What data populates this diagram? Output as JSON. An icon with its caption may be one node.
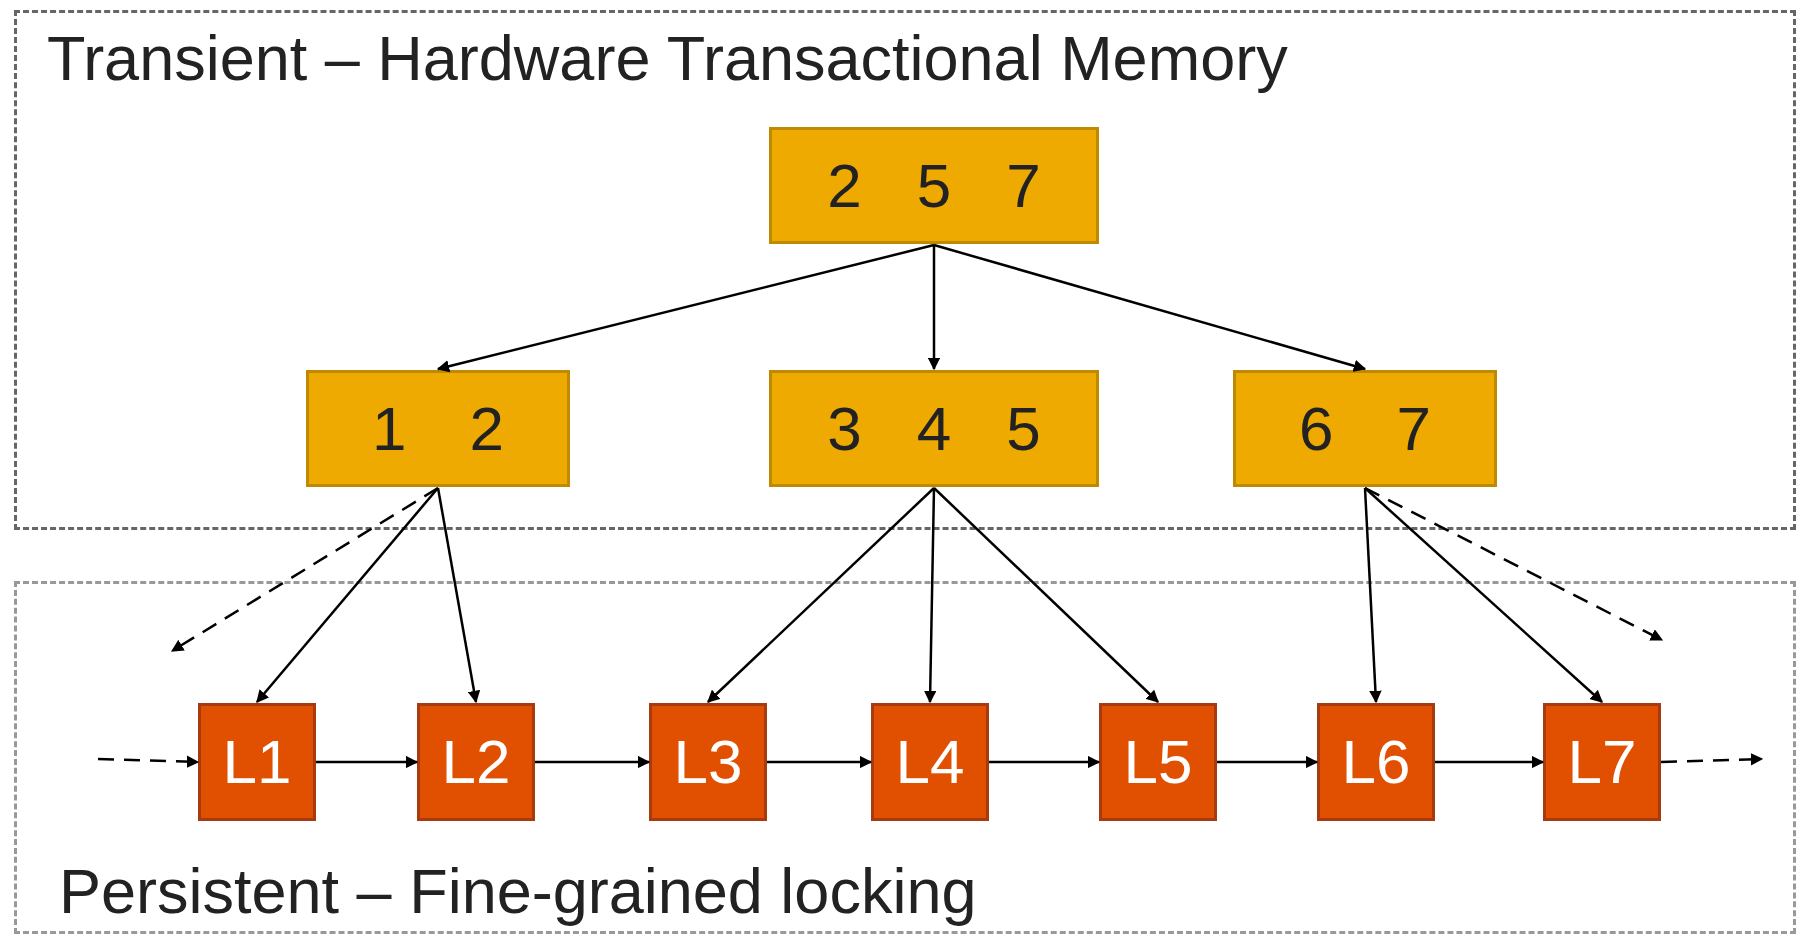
{
  "diagram": {
    "nodes": [
      {
        "text": [
          "Transient – Hardware Transactional Memory"
        ]
      },
      {
        "text": [
          "2",
          "5",
          "7"
        ],
        "in": 0
      },
      {
        "text": [
          "1",
          "2"
        ],
        "in": 0
      },
      {
        "text": [
          "3",
          "4",
          "5"
        ],
        "in": 0
      },
      {
        "text": [
          "6",
          "7"
        ],
        "in": 0
      },
      {
        "text": [
          "Persistent – Fine-grained locking"
        ]
      },
      {
        "text": [
          "L1"
        ],
        "in": 5
      },
      {
        "text": [
          "L2"
        ],
        "in": 5
      },
      {
        "text": [
          "L3"
        ],
        "in": 5
      },
      {
        "text": [
          "L4"
        ],
        "in": 5
      },
      {
        "text": [
          "L5"
        ],
        "in": 5
      },
      {
        "text": [
          "L6"
        ],
        "in": 5
      },
      {
        "text": [
          "L7"
        ],
        "in": 5
      }
    ],
    "edges": [
      {
        "from": 1,
        "to": 2,
        "arrow": "to"
      },
      {
        "from": 1,
        "to": 3,
        "arrow": "to"
      },
      {
        "from": 1,
        "to": 4,
        "arrow": "to"
      },
      {
        "from": 2,
        "to": null,
        "arrow": "to",
        "style": "dashed"
      },
      {
        "from": 2,
        "to": 6,
        "arrow": "to"
      },
      {
        "from": 2,
        "to": 7,
        "arrow": "to"
      },
      {
        "from": 3,
        "to": 8,
        "arrow": "to"
      },
      {
        "from": 3,
        "to": 9,
        "arrow": "to"
      },
      {
        "from": 3,
        "to": 10,
        "arrow": "to"
      },
      {
        "from": 4,
        "to": 11,
        "arrow": "to"
      },
      {
        "from": 4,
        "to": 12,
        "arrow": "to"
      },
      {
        "from": 4,
        "to": null,
        "arrow": "to",
        "style": "dashed"
      },
      {
        "from": null,
        "to": 6,
        "arrow": "to",
        "style": "dashed"
      },
      {
        "from": 6,
        "to": 7,
        "arrow": "to"
      },
      {
        "from": 7,
        "to": 8,
        "arrow": "to"
      },
      {
        "from": 8,
        "to": 9,
        "arrow": "to"
      },
      {
        "from": 9,
        "to": 10,
        "arrow": "to"
      },
      {
        "from": 10,
        "to": 11,
        "arrow": "to"
      },
      {
        "from": 11,
        "to": 12,
        "arrow": "to"
      },
      {
        "from": 12,
        "to": null,
        "arrow": "to",
        "style": "dashed"
      }
    ]
  }
}
